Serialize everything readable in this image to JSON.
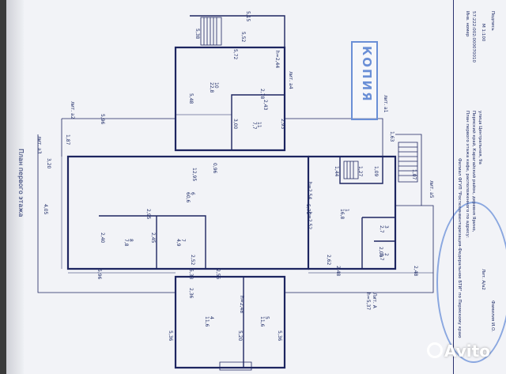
{
  "plan": {
    "heading": "План первого этажа",
    "stamp_word": "КОПИЯ",
    "labels": {
      "lit_a4": "лит. а4",
      "lit_a2": "лит. а2",
      "lit_a1": "лит. а1",
      "lit_a3": "лит. а3",
      "lit_a5": "лит. а5",
      "lit_A": "Лит. А",
      "h_main": "h=5,37",
      "h_room": "h=2,44",
      "h_a": "h=2,54",
      "h_b": "h=2,52",
      "h_c": "h=2,48"
    },
    "rooms": [
      {
        "num": "10",
        "area": "22,8"
      },
      {
        "num": "11",
        "area": "7,7"
      },
      {
        "num": "6",
        "area": "60,6"
      },
      {
        "num": "8",
        "area": "7,8"
      },
      {
        "num": "7",
        "area": "4,9"
      },
      {
        "num": "1",
        "area": "16,8"
      },
      {
        "num": "3",
        "area": "2,7"
      },
      {
        "num": "2",
        "area": "3,7"
      },
      {
        "num": "4",
        "area": "11,6"
      },
      {
        "num": "5",
        "area": "11,6"
      }
    ],
    "dims": {
      "d_515": "5,15",
      "d_552": "5,52",
      "d_572": "5,72",
      "d_538": "5,38",
      "d_548": "5,48",
      "d_278": "2,78",
      "d_243": "2,43",
      "d_300": "3,00",
      "d_293": "2,93",
      "d_596": "5,96",
      "d_187": "1,87",
      "d_320": "3,20",
      "d_405": "4,05",
      "d_1295": "12,95",
      "d_575": "5,75",
      "d_295": "2,95",
      "d_240": "2,40",
      "d_245": "2,45",
      "d_252": "2,52",
      "d_262": "2,62",
      "d_538b": "5,38",
      "d_256": "2,56",
      "d_252b": "2,52",
      "d_236": "2,36",
      "d_520": "5,20",
      "d_144": "1,44",
      "d_127": "1,27",
      "d_109": "1,09",
      "d_209": "2,09",
      "d_163": "1,63",
      "d_107": "1,07",
      "d_248": "2,48",
      "d_248b": "2,48",
      "d_096": "0,96",
      "d_536": "5,36"
    }
  },
  "title_block": {
    "org": "Филиал ФГУП \"Ростехинвентаризация-Федеральное БТИ\" по Пермскому краю",
    "object_line1": "План первого этажа кафе, расположенного по адресу:",
    "object_line2": "Пермский край, Карагайский район, деревня Ярино,",
    "object_line3": "улица Центральная, 9а",
    "inv_label": "Инв. номер",
    "inv_number": "57:222:002:000070010",
    "scale": "М 1:100",
    "lit": "Лит. А/а2",
    "sign_label": "Подпись",
    "executor": "Фамилия И.О."
  },
  "watermark": {
    "brand": "Avito"
  }
}
